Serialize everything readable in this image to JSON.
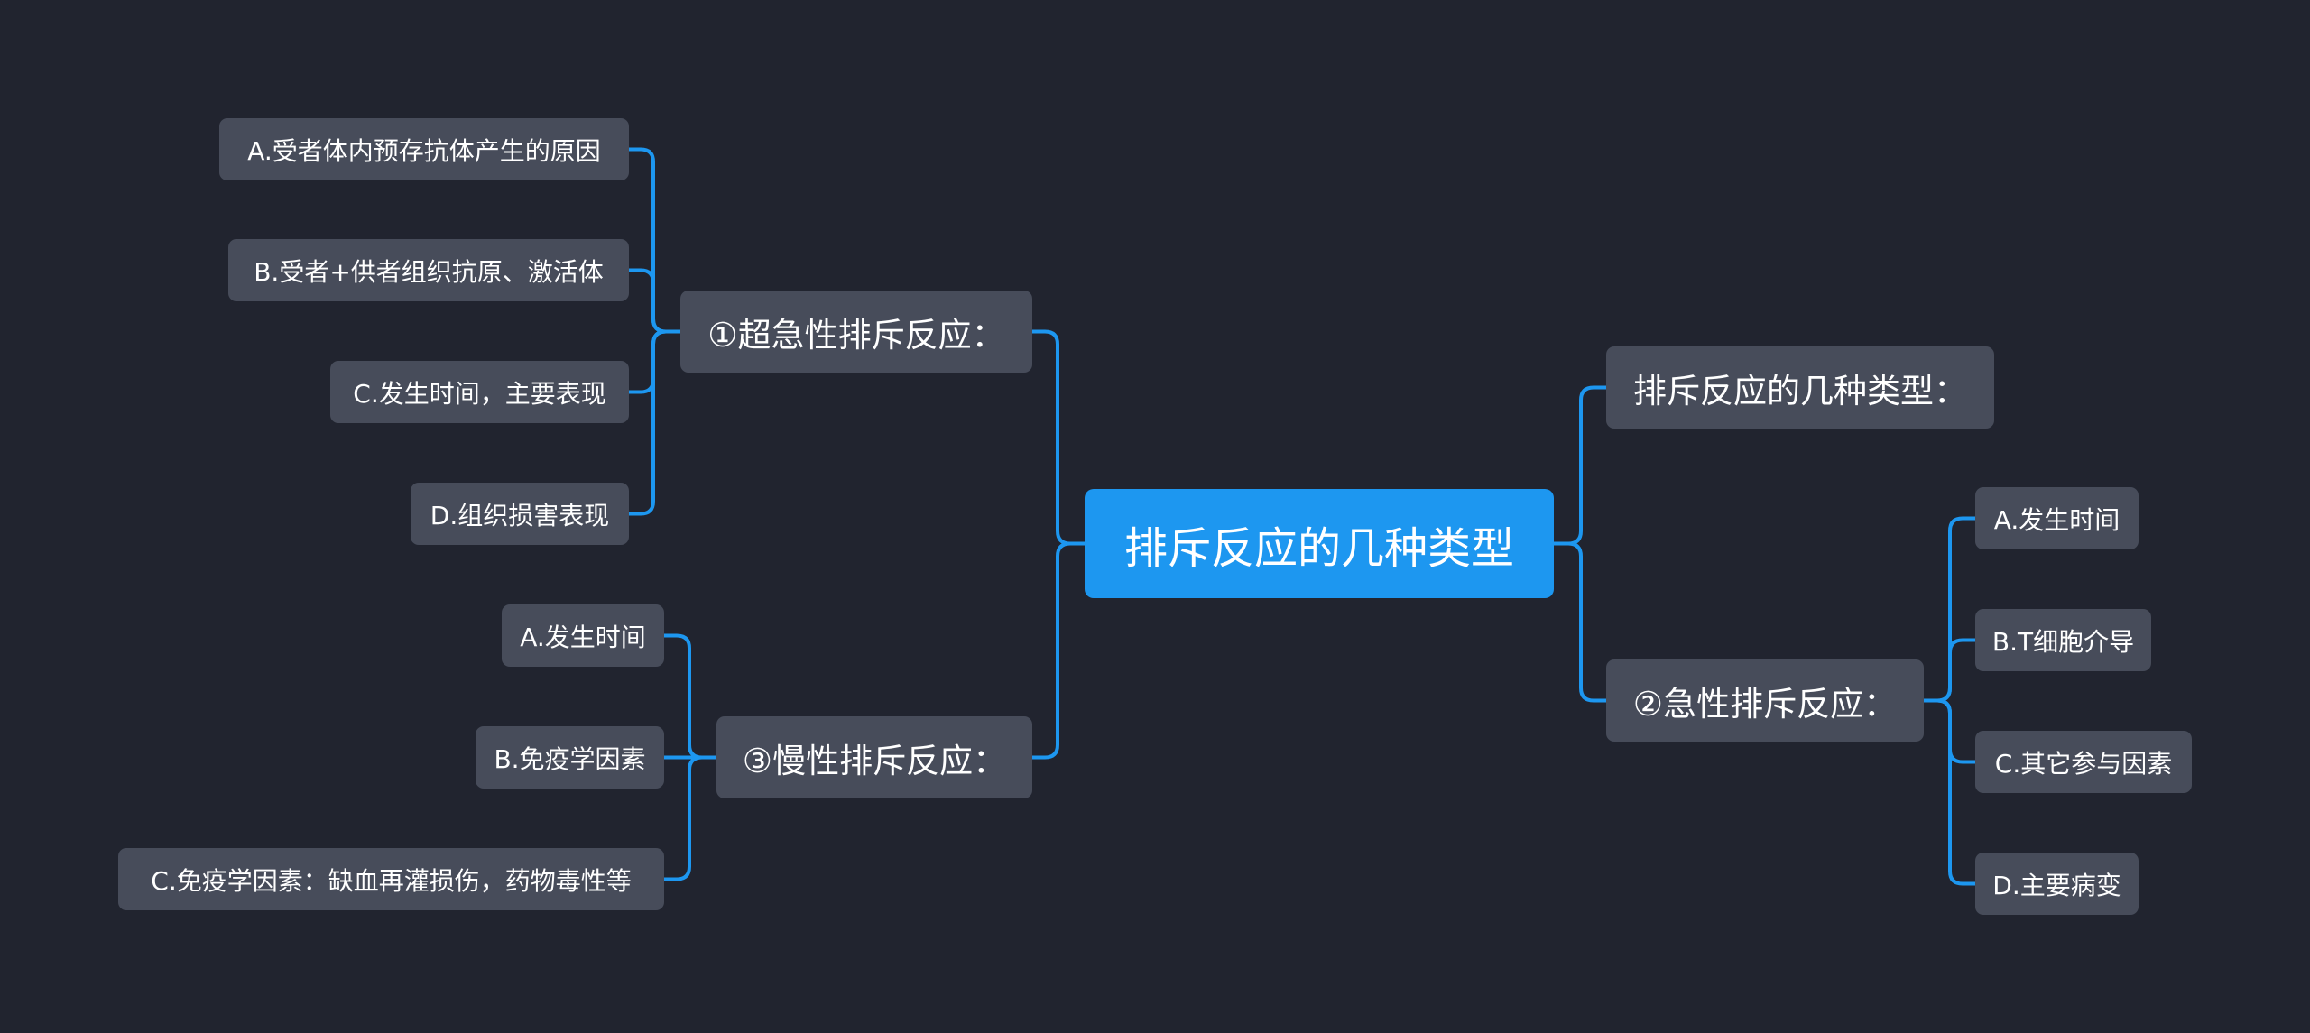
{
  "colors": {
    "background": "#21242f",
    "root_fill": "#1d97f0",
    "node_fill": "#474c5a",
    "connector": "#1d97f0",
    "text": "#ffffff"
  },
  "mindmap": {
    "root": "排斥反应的几种类型",
    "branches": {
      "hyperacute": {
        "label": "①超急性排斥反应：",
        "children": [
          "A.受者体内预存抗体产生的原因",
          "B.受者+供者组织抗原、激活体",
          "C.发生时间，主要表现",
          "D.组织损害表现"
        ]
      },
      "chronic": {
        "label": "③慢性排斥反应：",
        "children": [
          "A.发生时间",
          "B.免疫学因素",
          "C.免疫学因素：缺血再灌损伤，药物毒性等"
        ]
      },
      "types": {
        "label": "排斥反应的几种类型："
      },
      "acute": {
        "label": "②急性排斥反应：",
        "children": [
          "A.发生时间",
          "B.T细胞介导",
          "C.其它参与因素",
          "D.主要病变"
        ]
      }
    }
  }
}
